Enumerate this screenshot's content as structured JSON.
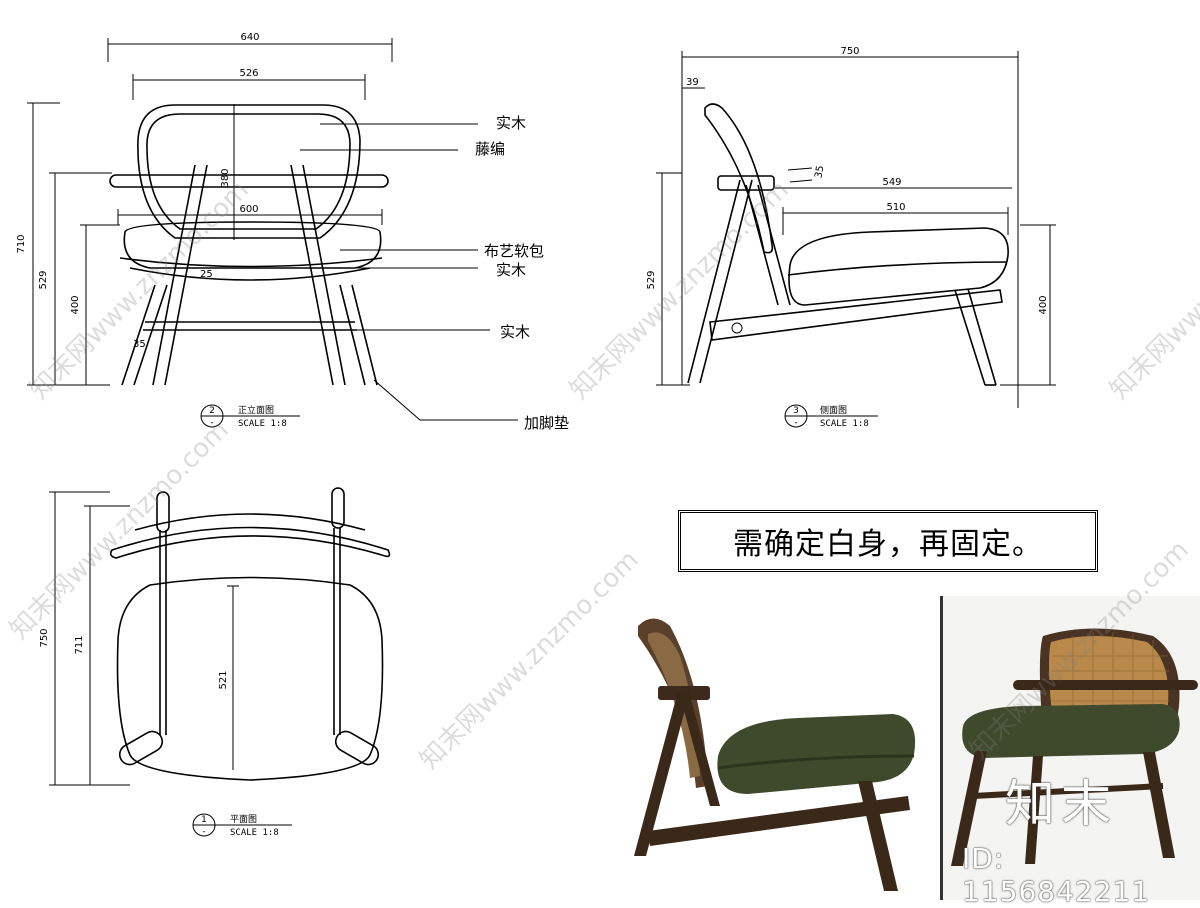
{
  "front_view": {
    "dims": {
      "overall_width": "640",
      "back_width": "526",
      "back_height": "380",
      "seat_width": "600",
      "overall_height": "710",
      "arm_height": "529",
      "seat_height": "400",
      "leg_size": "35",
      "small_a": "25"
    },
    "labels": {
      "solid_wood_top": "实木",
      "rattan": "藤编",
      "fabric": "布艺软包",
      "solid_wood_mid": "实木",
      "solid_wood_low": "实木",
      "foot_pad": "加脚垫"
    },
    "tag_number": "2",
    "tag_sub": "-",
    "title": "正立面图",
    "scale": "SCALE 1:8"
  },
  "side_view": {
    "dims": {
      "overall_depth": "750",
      "back_thick": "39",
      "arm_thick": "35",
      "arm_depth": "549",
      "seat_depth": "510",
      "arm_height": "529",
      "seat_height": "400"
    },
    "tag_number": "3",
    "tag_sub": "-",
    "title": "侧面图",
    "scale": "SCALE 1:8"
  },
  "plan_view": {
    "dims": {
      "overall_depth": "750",
      "depth_711": "711",
      "seat_depth": "521"
    },
    "tag_number": "1",
    "tag_sub": "-",
    "title": "平面图",
    "scale": "SCALE 1:8"
  },
  "note": "需确定白身，再固定。",
  "watermark": {
    "logo": "知末",
    "id": "ID: 1156842211",
    "site": "知末网www.znzmo.com"
  },
  "colors": {
    "wood": "#4a3322",
    "cushion": "#3f4a2c",
    "rattan": "#b8894a"
  }
}
